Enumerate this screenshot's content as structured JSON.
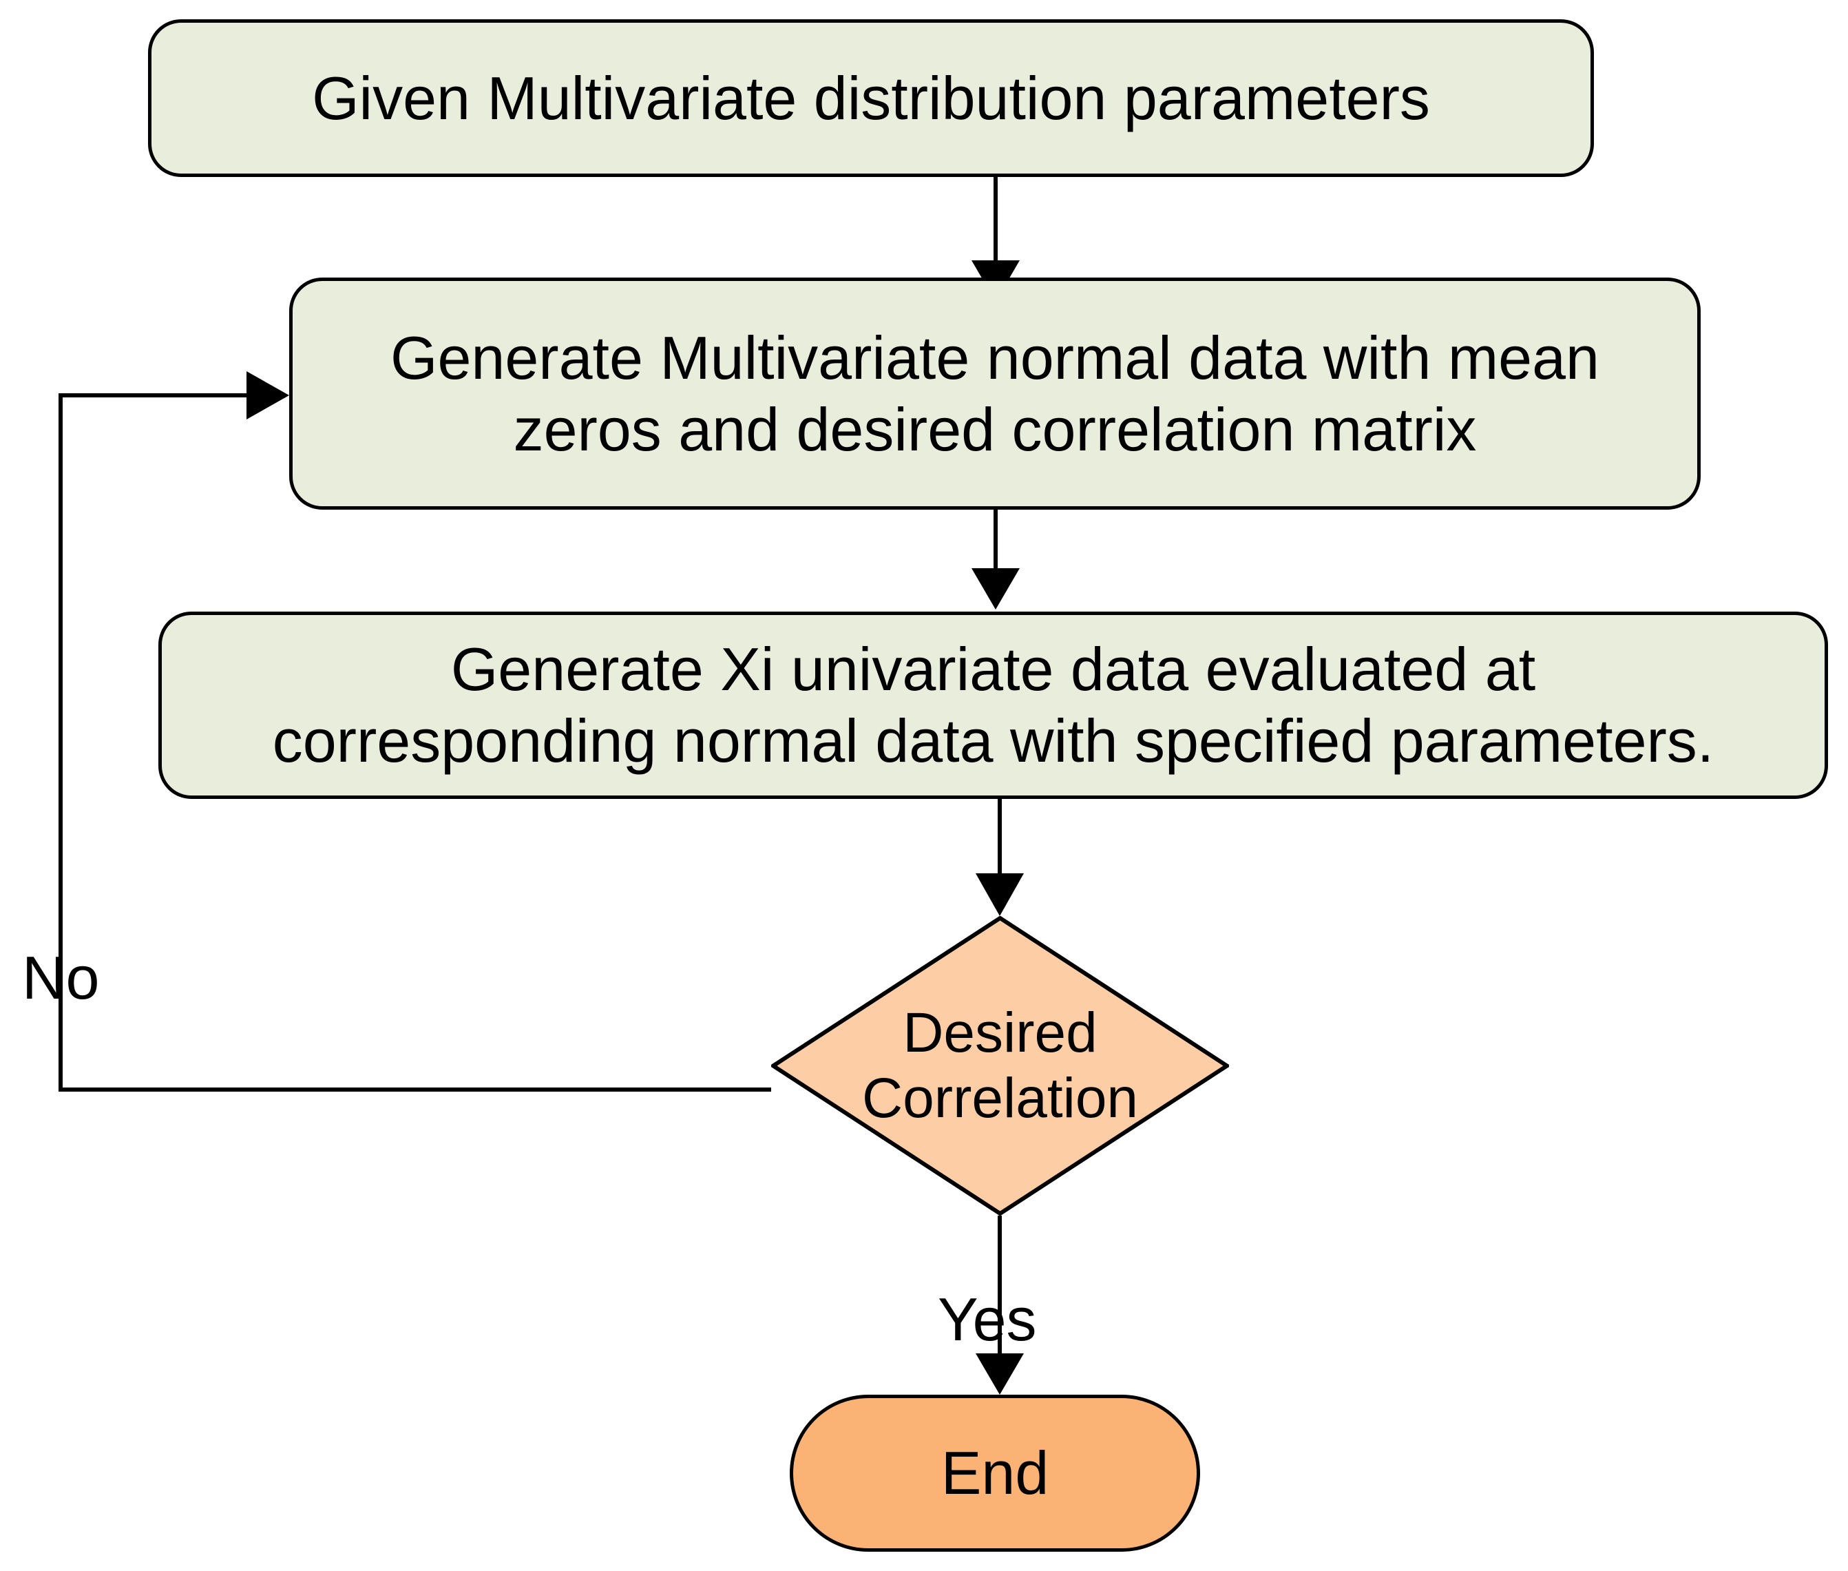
{
  "diagram": {
    "type": "flowchart",
    "title": "Multivariate distribution data generation flowchart",
    "colors": {
      "process_fill": "#E8EDDC",
      "decision_fill": "#FDCEA5",
      "terminator_fill": "#FBB375",
      "stroke": "#000000",
      "text": "#000000",
      "background": "#FFFFFF"
    },
    "nodes": [
      {
        "id": "start",
        "shape": "rounded-rectangle",
        "label": "Given Multivariate distribution parameters"
      },
      {
        "id": "generate-normal",
        "shape": "rounded-rectangle",
        "label": "Generate Multivariate normal data with mean\nzeros and desired correlation matrix"
      },
      {
        "id": "generate-xi",
        "shape": "rounded-rectangle",
        "label": "Generate Xi univariate data evaluated at\ncorresponding normal data with specified parameters."
      },
      {
        "id": "decision",
        "shape": "diamond",
        "label": "Desired\nCorrelation"
      },
      {
        "id": "end",
        "shape": "stadium",
        "label": "End"
      }
    ],
    "edges": [
      {
        "from": "start",
        "to": "generate-normal",
        "label": ""
      },
      {
        "from": "generate-normal",
        "to": "generate-xi",
        "label": ""
      },
      {
        "from": "generate-xi",
        "to": "decision",
        "label": ""
      },
      {
        "from": "decision",
        "to": "generate-normal",
        "label": "No"
      },
      {
        "from": "decision",
        "to": "end",
        "label": "Yes"
      }
    ],
    "edge_labels": {
      "no": "No",
      "yes": "Yes"
    }
  }
}
